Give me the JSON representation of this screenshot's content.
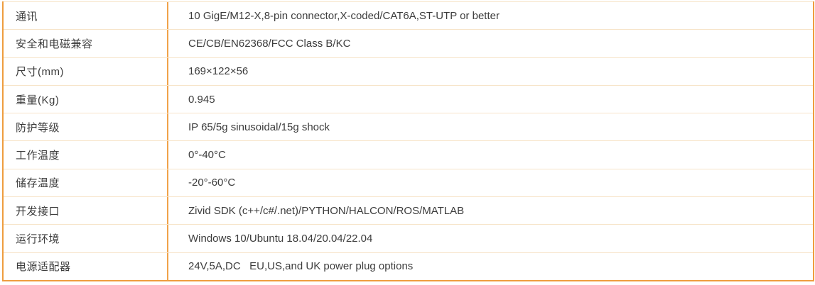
{
  "table": {
    "colors": {
      "outer_border": "#ee9d3f",
      "column_divider": "#f0a24a",
      "row_separator": "#f7e4c9",
      "text": "#3c3c3c",
      "background": "#ffffff"
    },
    "rows": [
      {
        "label": "通讯",
        "value": "10 GigE/M12-X,8-pin connector,X-coded/CAT6A,ST-UTP or better"
      },
      {
        "label": "安全和电磁兼容",
        "value": "CE/CB/EN62368/FCC Class B/KC"
      },
      {
        "label": "尺寸(mm)",
        "value": "169×122×56"
      },
      {
        "label": "重量(Kg)",
        "value": "0.945"
      },
      {
        "label": "防护等级",
        "value": "IP 65/5g sinusoidal/15g shock"
      },
      {
        "label": "工作温度",
        "value": "0°-40°C"
      },
      {
        "label": "储存温度",
        "value": "-20°-60°C"
      },
      {
        "label": "开发接口",
        "value": "Zivid SDK (c++/c#/.net)/PYTHON/HALCON/ROS/MATLAB"
      },
      {
        "label": "运行环境",
        "value": "Windows 10/Ubuntu 18.04/20.04/22.04"
      },
      {
        "label": "电源适配器",
        "value": "24V,5A,DC   EU,US,and UK power plug options"
      }
    ]
  }
}
